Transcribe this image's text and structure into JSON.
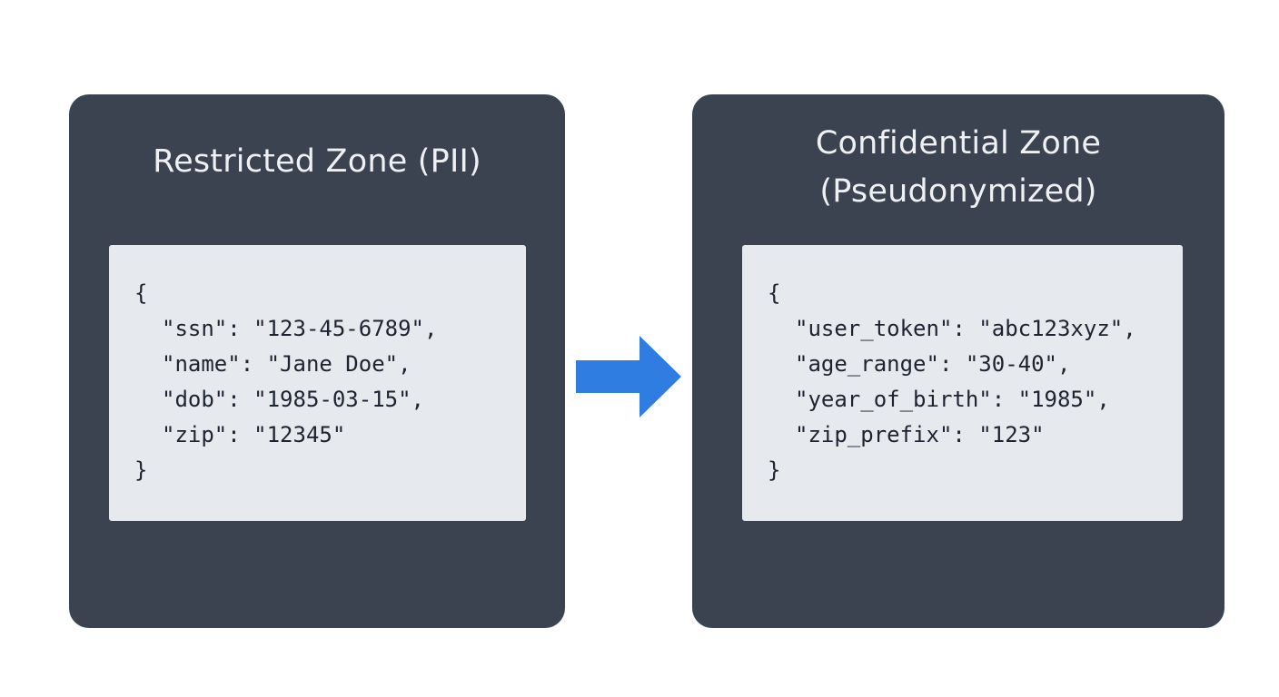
{
  "colors": {
    "panel": "#3b4350",
    "code_background": "#e6e9ed",
    "arrow": "#2f7de1",
    "title_text": "#eef0f3",
    "code_text": "#1d2330"
  },
  "zones": {
    "restricted": {
      "title_lines": [
        "Restricted Zone (PII)"
      ],
      "open_brace": "{",
      "fields": [
        "\"ssn\": \"123-45-6789\",",
        "\"name\": \"Jane Doe\",",
        "\"dob\": \"1985-03-15\",",
        "\"zip\": \"12345\""
      ],
      "close_brace": "}"
    },
    "confidential": {
      "title_lines": [
        "Confidential Zone",
        "(Pseudonymized)"
      ],
      "open_brace": "{",
      "fields": [
        "\"user_token\": \"abc123xyz\",",
        "\"age_range\": \"30-40\",",
        "\"year_of_birth\": \"1985\",",
        "\"zip_prefix\": \"123\""
      ],
      "close_brace": "}"
    }
  },
  "arrow": {
    "icon": "arrow-right-icon",
    "direction": "right"
  }
}
